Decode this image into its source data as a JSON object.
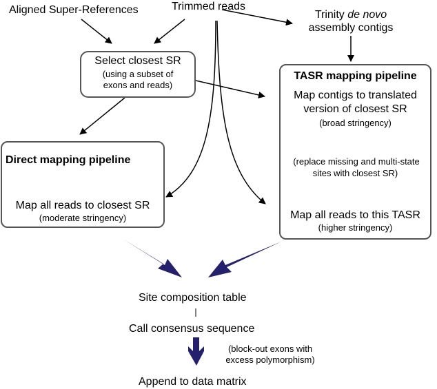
{
  "nodes": {
    "aligned_sr": "Aligned Super-References",
    "trimmed_reads": "Trimmed reads",
    "trinity_prefix": "Trinity ",
    "trinity_italic": "de novo",
    "trinity_line2": "assembly contigs",
    "select_sr_title": "Select closest SR",
    "select_sr_line2": "(using a subset of",
    "select_sr_line3": "exons and reads)",
    "direct_title": "Direct mapping pipeline",
    "direct_step": "Map all reads to closest SR",
    "direct_note": "(moderate stringency)",
    "tasr_title": "TASR mapping pipeline",
    "tasr_step1_line1": "Map contigs to translated",
    "tasr_step1_line2": "version of closest SR",
    "tasr_step1_note": "(broad stringency)",
    "tasr_step2_line1": "(replace missing and multi-state",
    "tasr_step2_line2": "sites with closest SR)",
    "tasr_step3": "Map all reads to this TASR",
    "tasr_step3_note": "(higher stringency)",
    "site_table": "Site composition table",
    "consensus": "Call consensus sequence",
    "blockout_line1": "(block-out exons with",
    "blockout_line2": "excess polymorphism)",
    "append": "Append to data matrix"
  },
  "colors": {
    "thick_arrow": "#24206b",
    "thin_arrow": "#000000",
    "box_border": "#555555"
  }
}
